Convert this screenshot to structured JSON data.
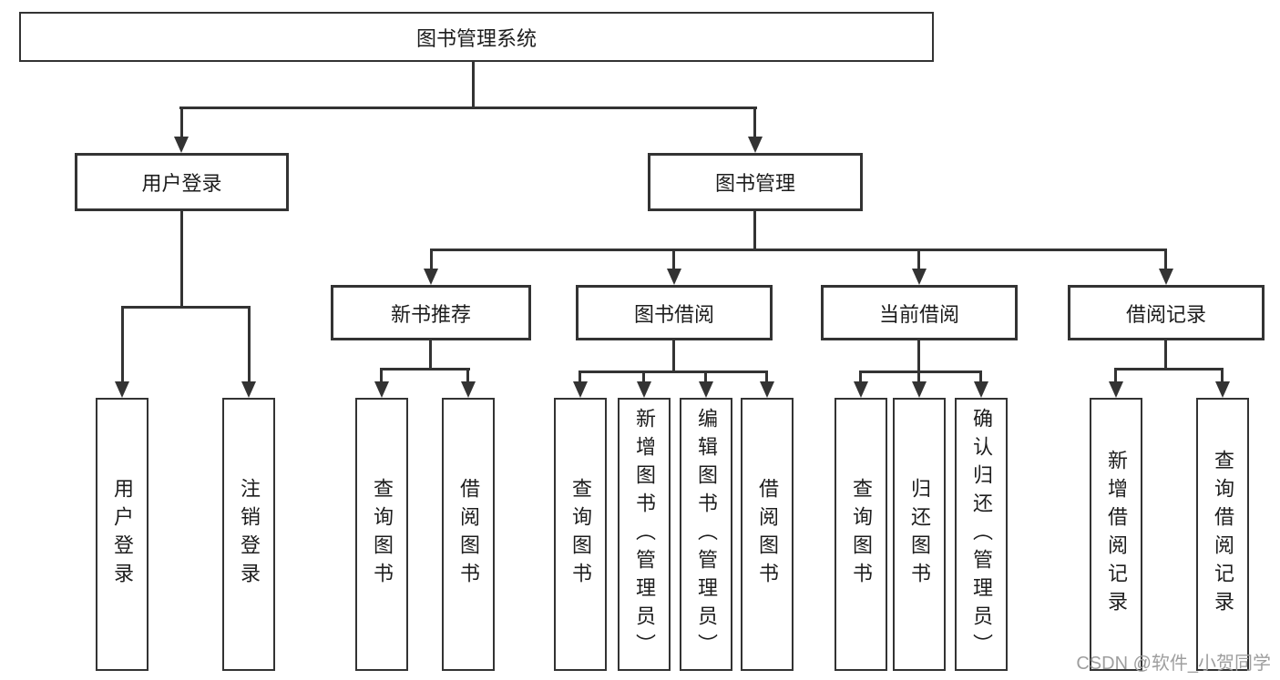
{
  "tree": {
    "label": "图书管理系统",
    "children": [
      {
        "label": "用户登录",
        "children": [
          {
            "label": "用户登录"
          },
          {
            "label": "注销登录"
          }
        ]
      },
      {
        "label": "图书管理",
        "children": [
          {
            "label": "新书推荐",
            "children": [
              {
                "label": "查询图书"
              },
              {
                "label": "借阅图书"
              }
            ]
          },
          {
            "label": "图书借阅",
            "children": [
              {
                "label": "查询图书"
              },
              {
                "label": "新增图书（管理员）"
              },
              {
                "label": "编辑图书（管理员）"
              },
              {
                "label": "借阅图书"
              }
            ]
          },
          {
            "label": "当前借阅",
            "children": [
              {
                "label": "查询图书"
              },
              {
                "label": "归还图书"
              },
              {
                "label": "确认归还（管理员）"
              }
            ]
          },
          {
            "label": "借阅记录",
            "children": [
              {
                "label": "新增借阅记录"
              },
              {
                "label": "查询借阅记录"
              }
            ]
          }
        ]
      }
    ]
  },
  "watermark": {
    "text": "CSDN @软件_小贺同学"
  },
  "colors": {
    "line": "#333333",
    "text": "#1d1d1d",
    "watermark": "#9e9e9e",
    "background": "#ffffff"
  }
}
